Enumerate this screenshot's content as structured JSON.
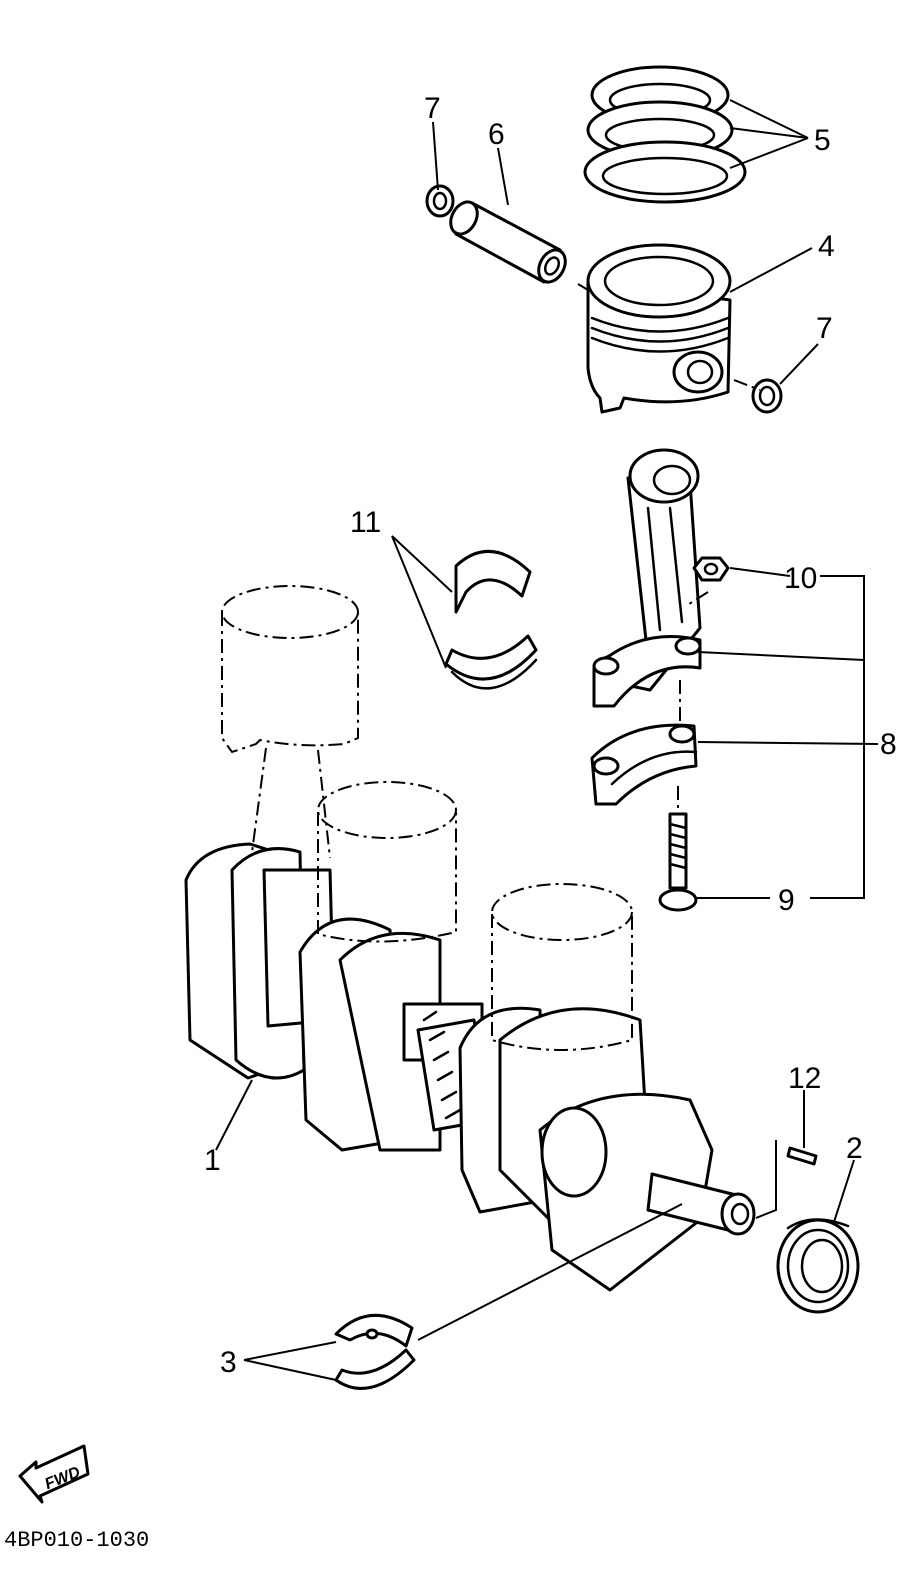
{
  "diagram": {
    "callouts": {
      "c1": "1",
      "c2": "2",
      "c3": "3",
      "c4": "4",
      "c5": "5",
      "c6": "6",
      "c7a": "7",
      "c7b": "7",
      "c8": "8",
      "c9": "9",
      "c10": "10",
      "c11": "11",
      "c12": "12"
    },
    "forward_badge": "FWD",
    "drawing_code": "4BP010-1030"
  }
}
